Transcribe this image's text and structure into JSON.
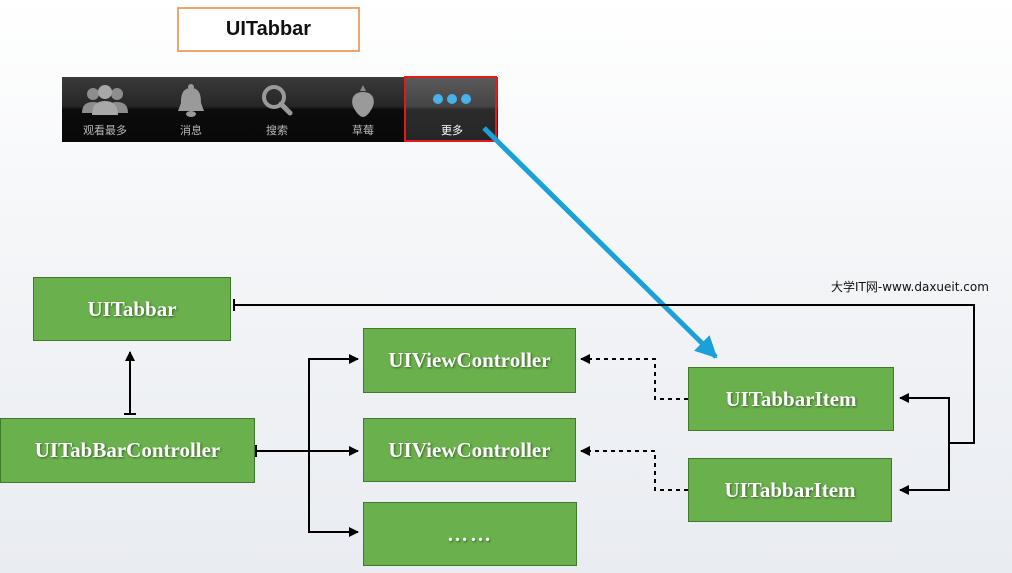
{
  "header": {
    "title": "UITabbar"
  },
  "tabbar": {
    "tabs": [
      {
        "label": "观看最多",
        "icon": "people-icon",
        "selected": false
      },
      {
        "label": "消息",
        "icon": "bell-icon",
        "selected": false
      },
      {
        "label": "搜索",
        "icon": "magnifier-icon",
        "selected": false
      },
      {
        "label": "草莓",
        "icon": "strawberry-icon",
        "selected": false
      },
      {
        "label": "更多",
        "icon": "more-dots-icon",
        "selected": true
      }
    ],
    "highlight_color": "#e41919"
  },
  "diagram": {
    "nodes": {
      "tabbar": "UITabbar",
      "tabbar_controller": "UITabBarController",
      "view_controller_1": "UIViewController",
      "view_controller_2": "UIViewController",
      "ellipsis": "……",
      "tabbar_item_1": "UITabbarItem",
      "tabbar_item_2": "UITabbarItem"
    },
    "node_color": "#6ab04c",
    "pointer_arrow_color": "#1ba1d8"
  },
  "watermark": "大学IT网-www.daxueit.com"
}
